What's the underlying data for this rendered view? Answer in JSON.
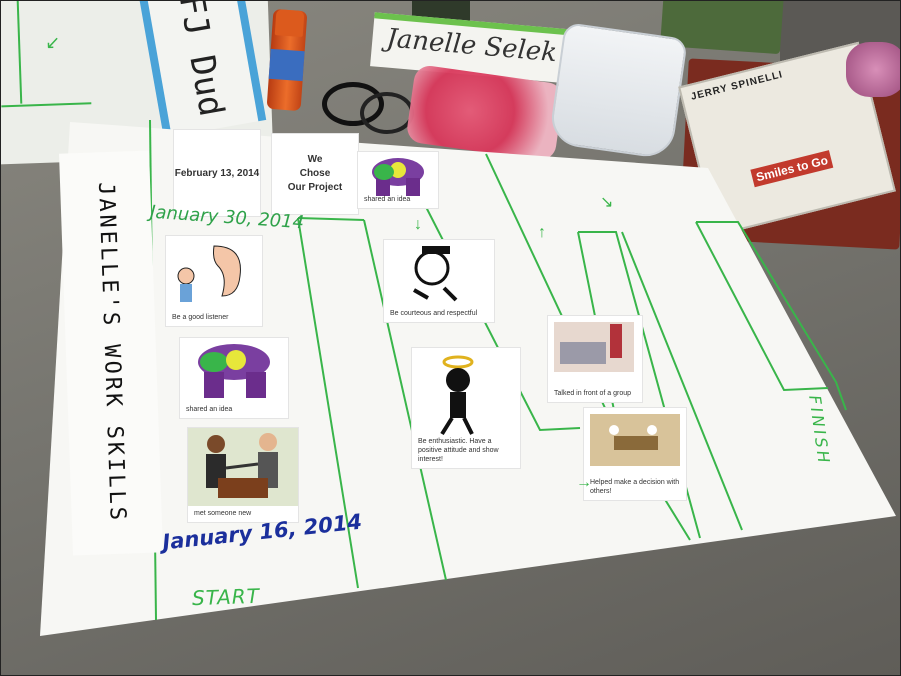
{
  "photo": {
    "background_items": {
      "vertical_card_text": "FJ Dud",
      "nameplate_text": "Janelle Selek",
      "book_author": "JERRY SPINELLI",
      "book_title": "Smiles to Go"
    },
    "poster": {
      "title": "JANELLE'S WORK SKILLS",
      "header_date_card": "February 13, 2014",
      "header_project_card": [
        "We",
        "Chose",
        "Our Project"
      ],
      "top_card_caption": "shared an idea",
      "handwritten_date_green": "January 30, 2014",
      "handwritten_date_blue": "January 16, 2014",
      "start_label": "START",
      "finish_label": "FINISH",
      "cards": [
        {
          "caption": "Be a good listener"
        },
        {
          "caption": "shared an idea"
        },
        {
          "caption": "met someone new"
        },
        {
          "caption": "Be courteous and respectful"
        },
        {
          "caption": "Be enthusiastic. Have a positive attitude and show interest!"
        },
        {
          "caption": "Talked in front of a group"
        },
        {
          "caption": "Helped make a decision with others!"
        }
      ]
    },
    "colors": {
      "maze_line": "#39b54a",
      "poster": "#f7f7f4",
      "table": "#7c7a74",
      "blue_date": "#1b2f9c"
    }
  }
}
